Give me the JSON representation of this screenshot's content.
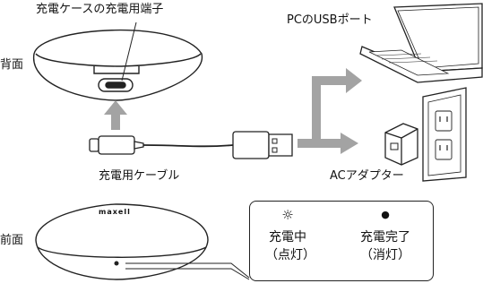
{
  "labels": {
    "port_callout": "充電ケースの充電用端子",
    "back": "背面",
    "front": "前面",
    "pc_usb_port": "PCのUSBポート",
    "cable": "充電用ケーブル",
    "ac_adapter": "ACアダプター",
    "logo": "maxell"
  },
  "indicator": {
    "charging_line1": "充電中",
    "charging_line2": "（点灯）",
    "complete_line1": "充電完了",
    "complete_line2": "（消灯）",
    "charging_symbol": "☼",
    "complete_symbol": "●"
  },
  "colors": {
    "outline": "#222222",
    "arrow_gray": "#a3a3a3"
  }
}
